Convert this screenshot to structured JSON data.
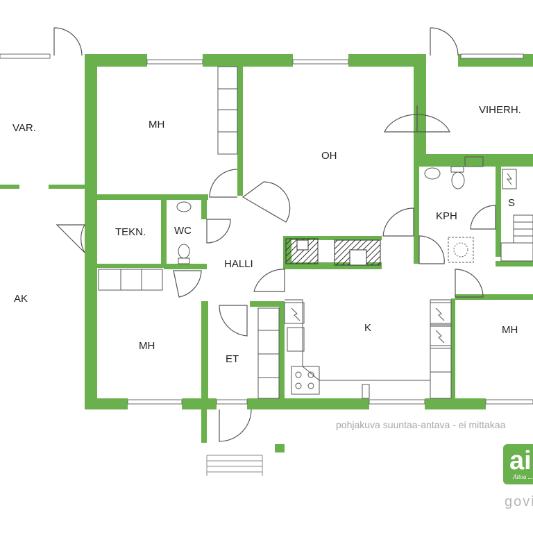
{
  "rooms": {
    "var": "VAR.",
    "mh_top": "MH",
    "oh": "OH",
    "viherh": "VIHERH.",
    "tekn": "TEKN.",
    "wc": "WC",
    "halli": "HALLI",
    "kph": "KPH",
    "s": "S",
    "ak": "AK",
    "mh_left": "MH",
    "et": "ET",
    "k": "K",
    "mh_right": "MH"
  },
  "note": "pohjakuva suuntaa-antava - ei mittakaa",
  "logo": {
    "text": "ai",
    "script": "Aitoa ..."
  },
  "brand": "govi",
  "colors": {
    "wall": "#6ab04c",
    "line": "#555555",
    "background": "#ffffff"
  }
}
